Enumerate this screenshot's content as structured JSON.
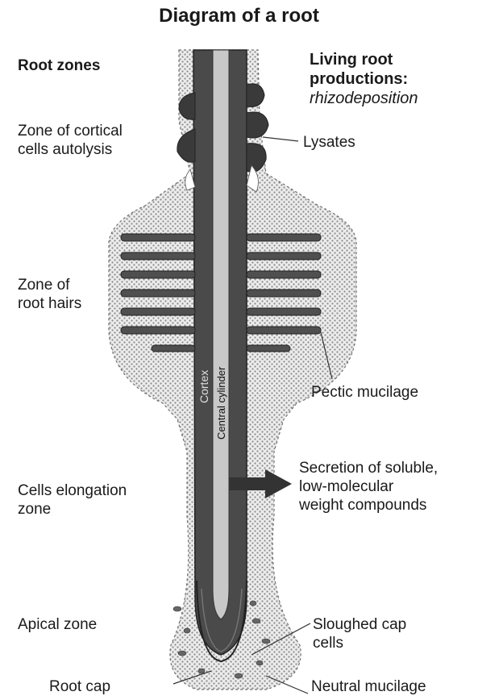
{
  "title": "Diagram of a root",
  "left_header": "Root zones",
  "right_header": {
    "line1": "Living root",
    "line2": "productions:",
    "line3": "rhizodeposition"
  },
  "zones": {
    "cortical_autolysis": [
      "Zone of cortical",
      "cells autolysis"
    ],
    "root_hairs": [
      "Zone of",
      "root hairs"
    ],
    "elongation": [
      "Cells elongation",
      "zone"
    ],
    "apical": "Apical zone",
    "root_cap": "Root cap"
  },
  "productions": {
    "lysates": "Lysates",
    "pectic_mucilage": "Pectic mucilage",
    "secretion": [
      "Secretion of soluble,",
      "low-molecular",
      "weight compounds"
    ],
    "sloughed_cap": [
      "Sloughed cap",
      "cells"
    ],
    "neutral_mucilage": "Neutral mucilage"
  },
  "internal_labels": {
    "cortex": "Cortex",
    "central_cylinder": "Central cylinder"
  },
  "colors": {
    "stipple": "#d4d4d4",
    "root_dark": "#4a4a4a",
    "cylinder": "#c8c8c8",
    "hair": "#555555"
  }
}
